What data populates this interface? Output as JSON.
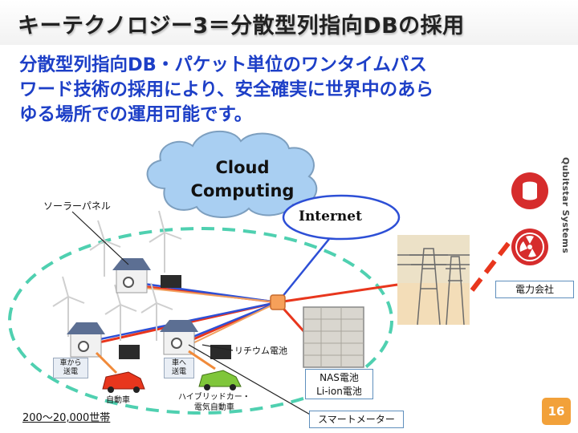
{
  "slide": {
    "title": "キーテクノロジー3＝分散型列指向DBの採用",
    "body_lines": [
      "分散型列指向DB・パケット単位のワンタイムパス",
      "ワード技術の採用により、安全確実に世界中のあら",
      "ゆる場所での運用可能です。"
    ],
    "side_brand": "Qubitstar Systems",
    "page_number": "16"
  },
  "diagram": {
    "cloud": {
      "line1": "Cloud",
      "line2": "Computing"
    },
    "internet_label": "Internet",
    "solar_panel_label": "ソーラーパネル",
    "power_company_label": "電力会社",
    "lithium_battery_label": "リチウム電池",
    "nas_battery_box": {
      "line1": "NAS電池",
      "line2": "Li-ion電池"
    },
    "smart_meter_label": "スマートメーター",
    "ev_label": "自動車",
    "hybrid_label": {
      "line1": "ハイブリッドカー・",
      "line2": "電気自動車"
    },
    "tag_car_to_grid": {
      "line1": "車から",
      "line2": "送電"
    },
    "tag_grid_to_car": {
      "line1": "車へ",
      "line2": "送電"
    },
    "households_label": "200〜20,000世帯"
  },
  "colors": {
    "title_text": "#222222",
    "body_text": "#1d3fc7",
    "dashed_boundary": "#4fd0b0",
    "power_line_red": "#e8361d",
    "data_line_blue": "#2d4fd6",
    "cloud_fill": "#a9cff2",
    "page_badge": "#f2a13a",
    "power_company_red": "#d62c2c"
  },
  "icons": [
    "wind-turbine-icon",
    "house-icon",
    "solar-panel-icon",
    "battery-icon",
    "car-icon",
    "network-hub-icon",
    "nas-rack-icon",
    "transmission-tower-icon",
    "database-icon",
    "radiation-icon"
  ]
}
